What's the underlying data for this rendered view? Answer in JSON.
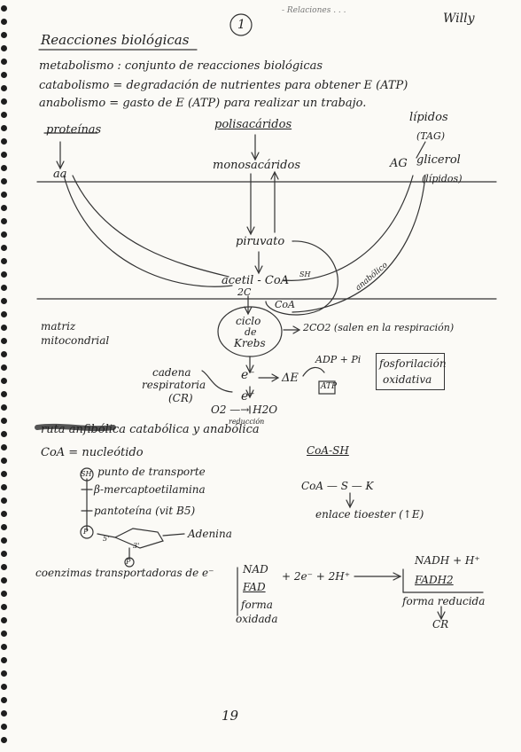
{
  "header": {
    "page_number_circled": "1",
    "top_note": "- Relaciones . . .",
    "author": "Willy",
    "section_title": "Reacciones biológicas"
  },
  "definitions": [
    {
      "term": "metabolismo",
      "text": "metabolismo : conjunto de reacciones biológicas"
    },
    {
      "term": "catabolismo",
      "text": "catabolismo = degradación de nutrientes para obtener E (ATP)"
    },
    {
      "term": "anabolismo",
      "text": "anabolismo = gasto de E (ATP) para realizar un trabajo."
    }
  ],
  "diagram": {
    "sources": {
      "proteinas": "proteínas",
      "polisacaridos": "polisacáridos",
      "lipidos": "lípidos",
      "lipidos_sub": "(TAG)"
    },
    "monomers": {
      "aa": "aa",
      "monosacaridos": "monosacáridos",
      "ag": "AG",
      "glicerol": "glicerol",
      "glicerol_sub": "(lípidos)"
    },
    "piruvato": "piruvato",
    "acetil_coa": "acetil - CoA",
    "coa_sup": "SH",
    "acetil_sub": "2C",
    "coa_right": "CoA",
    "ciclo_line1": "ciclo",
    "ciclo_line2": "de",
    "ciclo_line3": "Krebs",
    "co2": "2CO2 (salen en la respiración)",
    "mitochondria_line1": "matriz",
    "mitochondria_line2": "mitocondrial",
    "electron": "e⁻",
    "delta_e": "ΔE",
    "adp_pi": "ADP + Pi",
    "atp": "ATP",
    "fosforilacion_line1": "fosforilación",
    "fosforilacion_line2": "oxidativa",
    "cadena_line1": "cadena",
    "cadena_line2": "respiratoria",
    "cadena_line3": "(CR)",
    "water": "O2 —→ H2O",
    "water_sub": "reducción",
    "side_note": "anabólico"
  },
  "notes": {
    "ruta": "ruta anfibólica  catabólica y anabólica",
    "coa_def": "CoA = nucleótido",
    "coa_sh": "CoA-SH",
    "sh": "SH",
    "sh_desc": "punto de transporte",
    "mercapto": "β-mercaptoetilamina",
    "pantoteina": "pantoteína (vit B5)",
    "adenina": "Adenina",
    "phos1": "P",
    "phos2": "P",
    "five_prime": "5'",
    "three_prime": "3'",
    "coa_s_k": "CoA — S — K",
    "enlace": "enlace tioester (↑E)"
  },
  "transport": {
    "label": "coenzimas transportadoras de e⁻",
    "nad": "NAD",
    "fad": "FAD",
    "plus_electrons": "+ 2e⁻ + 2H⁺",
    "nadh": "NADH + H⁺",
    "fadh2": "FADH2",
    "forma_oxidada_line1": "forma",
    "forma_oxidada_line2": "oxidada",
    "forma_reducida": "forma reducida",
    "cr": "CR"
  },
  "footer": {
    "page_num": "19"
  }
}
